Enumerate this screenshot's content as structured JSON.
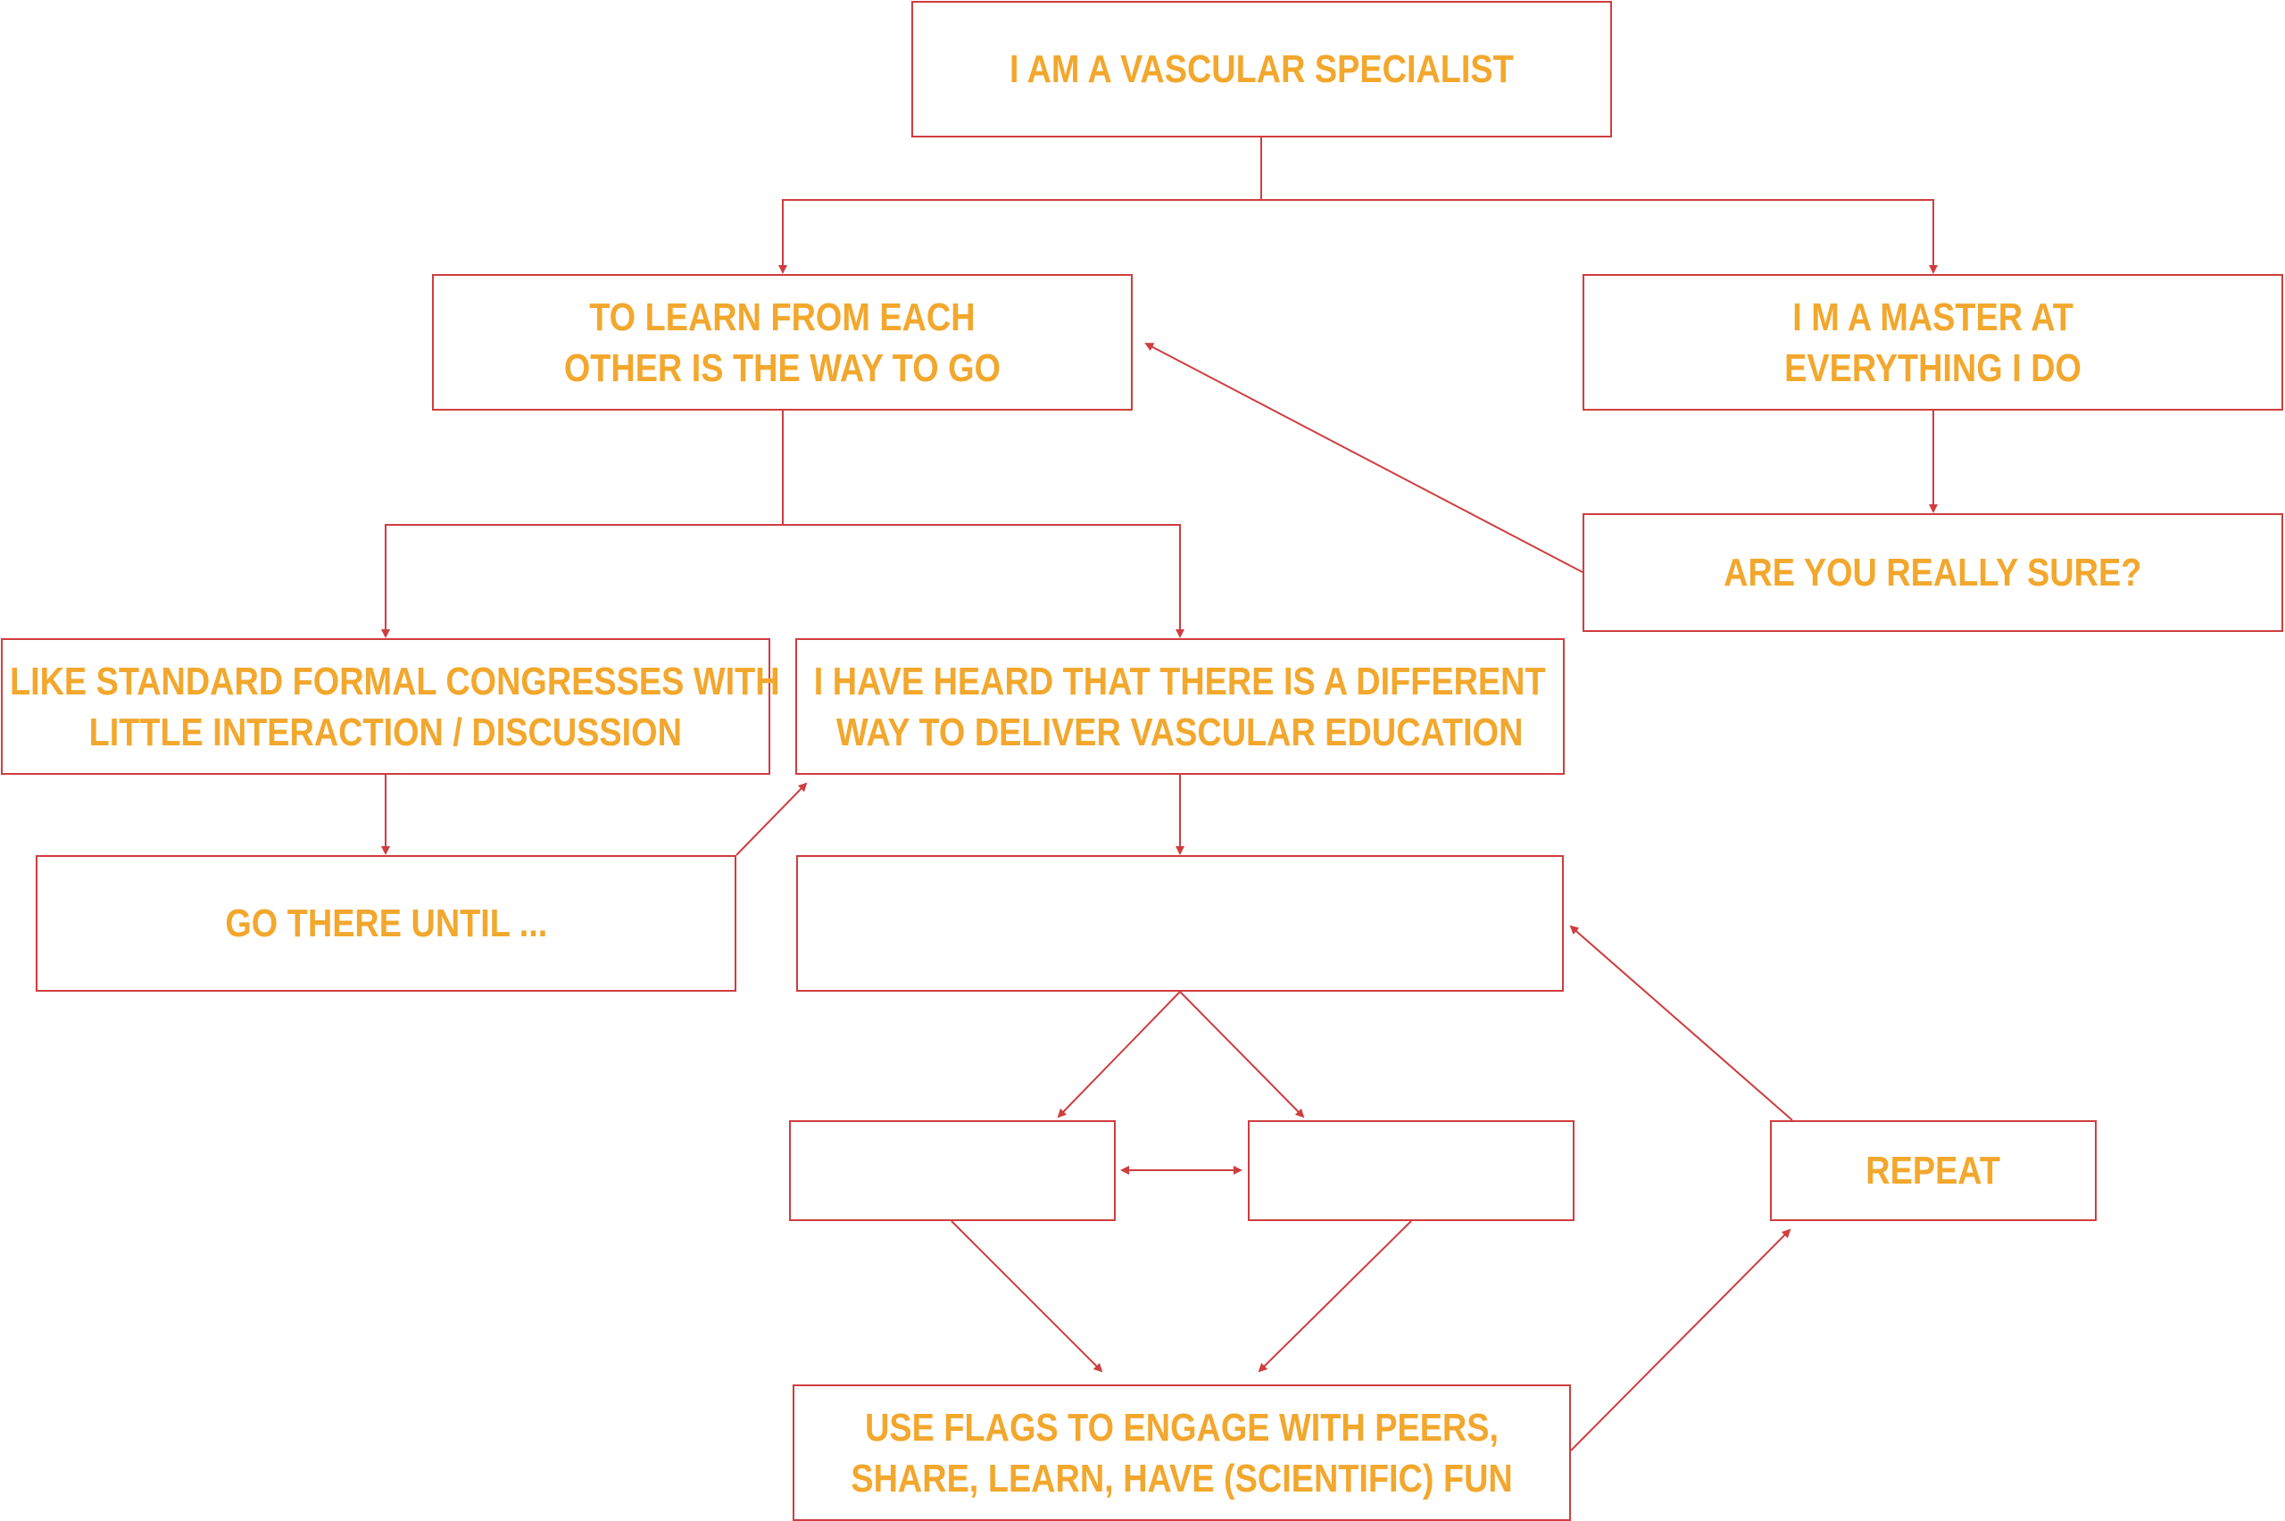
{
  "colors": {
    "border": "#cf3d3f",
    "text": "#f2a72d",
    "background": "#ffffff"
  },
  "nodes": {
    "specialist": {
      "lines": [
        "I AM A VASCULAR SPECIALIST"
      ]
    },
    "learn": {
      "lines": [
        "TO LEARN FROM EACH",
        "OTHER IS THE WAY TO GO"
      ]
    },
    "master": {
      "lines": [
        "I M A MASTER AT",
        "EVERYTHING I DO"
      ]
    },
    "sure": {
      "lines": [
        "ARE YOU REALLY SURE?"
      ]
    },
    "formal": {
      "lines": [
        "I LIKE STANDARD FORMAL CONGRESSES WITH",
        "LITTLE INTERACTION / DISCUSSION"
      ]
    },
    "heard": {
      "lines": [
        "I HAVE HEARD THAT THERE IS A DIFFERENT",
        "WAY TO DELIVER VASCULAR EDUCATION"
      ]
    },
    "goto": {
      "lines": [
        "GO THERE UNTIL ..."
      ]
    },
    "blank_main": {
      "lines": []
    },
    "blank_left": {
      "lines": []
    },
    "blank_right": {
      "lines": []
    },
    "repeat": {
      "lines": [
        "REPEAT"
      ]
    },
    "flags": {
      "lines": [
        "USE FLAGS TO ENGAGE WITH PEERS,",
        "SHARE, LEARN, HAVE (SCIENTIFIC) FUN"
      ]
    }
  },
  "edges": [
    {
      "from": "specialist",
      "to": "learn"
    },
    {
      "from": "specialist",
      "to": "master"
    },
    {
      "from": "master",
      "to": "sure"
    },
    {
      "from": "sure",
      "to": "learn"
    },
    {
      "from": "learn",
      "to": "formal"
    },
    {
      "from": "learn",
      "to": "heard"
    },
    {
      "from": "formal",
      "to": "goto"
    },
    {
      "from": "goto",
      "to": "heard"
    },
    {
      "from": "heard",
      "to": "blank_main"
    },
    {
      "from": "blank_main",
      "to": "blank_left"
    },
    {
      "from": "blank_main",
      "to": "blank_right"
    },
    {
      "from": "blank_left",
      "to": "blank_right",
      "bidirectional": true
    },
    {
      "from": "blank_left",
      "to": "flags"
    },
    {
      "from": "blank_right",
      "to": "flags"
    },
    {
      "from": "flags",
      "to": "repeat"
    },
    {
      "from": "repeat",
      "to": "blank_main"
    }
  ]
}
